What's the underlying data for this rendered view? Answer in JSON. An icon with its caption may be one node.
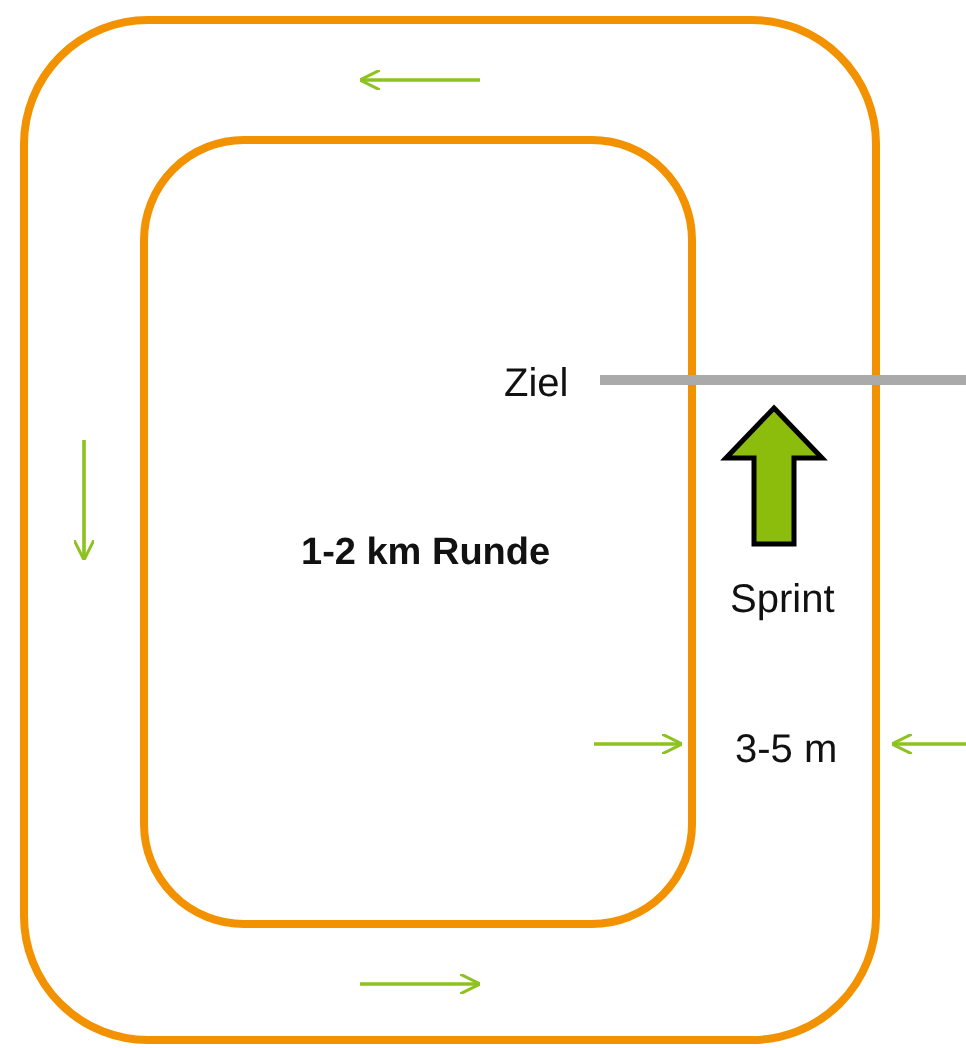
{
  "diagram": {
    "labels": [
      "Ziel",
      "1-2 km Runde",
      "Sprint",
      "3-5 m"
    ]
  }
}
